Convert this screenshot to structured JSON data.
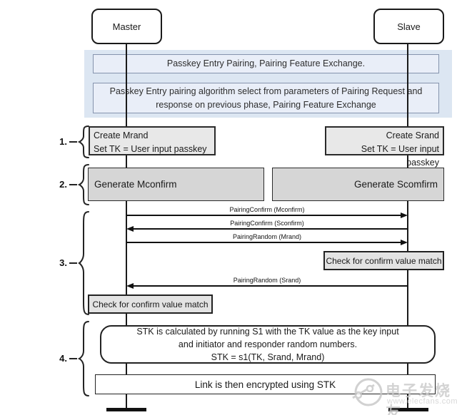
{
  "diagram": {
    "actors": {
      "master": "Master",
      "slave": "Slave"
    },
    "phase": {
      "line1": "Passkey Entry Pairing, Pairing Feature Exchange.",
      "line2": "Passkey Entry pairing algorithm select from parameters of Pairing Request and\nresponse on previous phase, Pairing Feature Exchange"
    },
    "steps": [
      {
        "label": "1."
      },
      {
        "label": "2."
      },
      {
        "label": "3."
      },
      {
        "label": "4."
      }
    ],
    "step1": {
      "master_action": "Create Mrand\nSet TK = User input passkey",
      "slave_action": "Create Srand\nSet TK = User input passkey"
    },
    "step2": {
      "master_action": "Generate Mconfirm",
      "slave_action": "Generate Scomfirm"
    },
    "step3": {
      "messages": [
        {
          "label": "PairingConfirm (Mconfirm)",
          "direction": "master-to-slave"
        },
        {
          "label": "PairingConfirm (Sconfirm)",
          "direction": "slave-to-master"
        },
        {
          "label": "PairingRandom (Mrand)",
          "direction": "master-to-slave"
        },
        {
          "label": "PairingRandom (Srand)",
          "direction": "slave-to-master"
        }
      ],
      "slave_check": "Check for confirm value match",
      "master_check": "Check for confirm value match"
    },
    "step4": {
      "note": "STK is calculated by running S1 with the TK value as the key input\nand initiator and responder random numbers.\nSTK = s1(TK, Srand, Mrand)",
      "final": "Link is then encrypted using STK"
    },
    "colors": {
      "phase_band": "#dce6f2",
      "phase_box_fill": "#e9eef8",
      "phase_box_border": "#8593ad",
      "action_box_fill": "#e8e8e8",
      "generate_box_fill": "#d6d6d6",
      "line_color": "#1a1a1a"
    },
    "watermark": {
      "logo_text": "电子发烧友",
      "url": "www.elecfans.com"
    }
  }
}
